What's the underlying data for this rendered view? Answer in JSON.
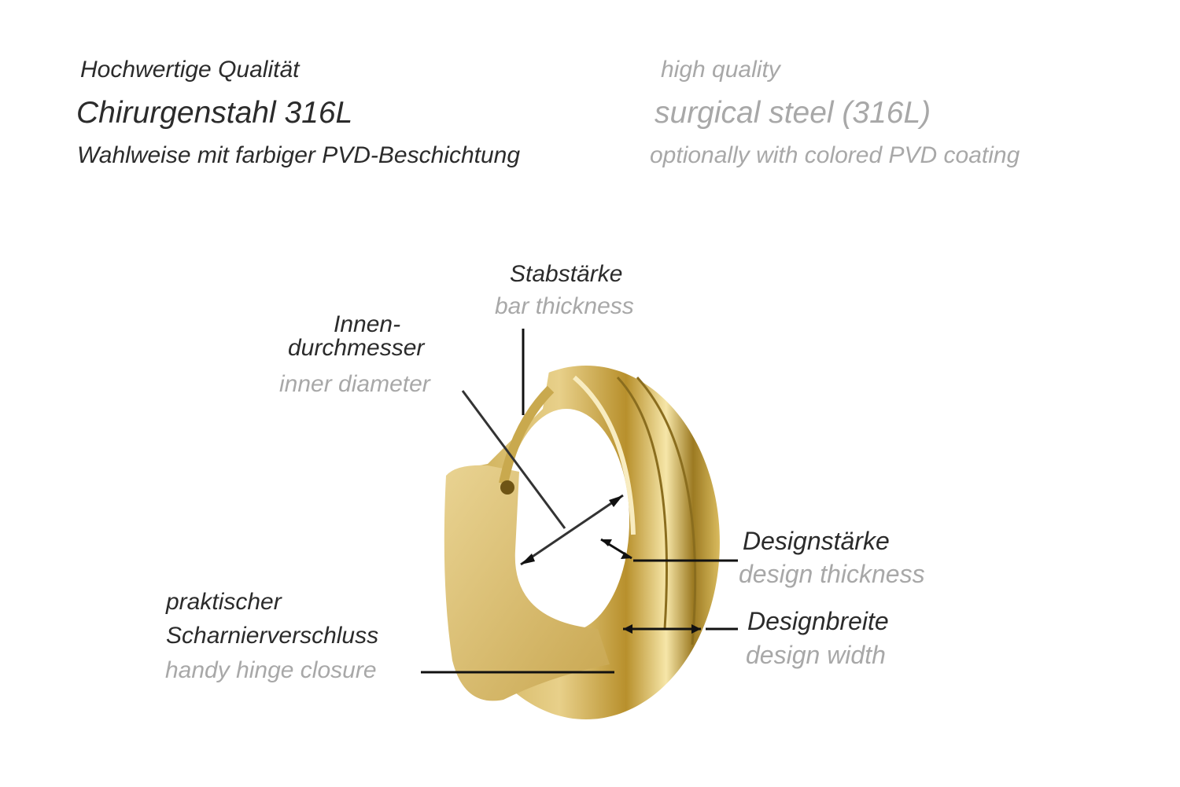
{
  "header": {
    "de": {
      "line1": "Hochwertige Qualität",
      "line2": "Chirurgenstahl 316L",
      "line3": "Wahlweise mit farbiger PVD-Beschichtung"
    },
    "en": {
      "line1": "high quality",
      "line2": "surgical steel (316L)",
      "line3": "optionally with colored PVD coating"
    }
  },
  "labels": {
    "bar_thickness": {
      "de": "Stabstärke",
      "en": "bar thickness"
    },
    "inner_diameter": {
      "de1": "Innen-",
      "de2": "durchmesser",
      "en": "inner diameter"
    },
    "design_thickness": {
      "de": "Designstärke",
      "en": "design thickness"
    },
    "design_width": {
      "de": "Designbreite",
      "en": "design width"
    },
    "hinge": {
      "de1": "praktischer",
      "de2": "Scharnierverschluss",
      "en": "handy hinge closure"
    }
  },
  "colors": {
    "gold": "#d9bb5e",
    "gold_light": "#f3e3a6",
    "gold_dark": "#8a6d1e",
    "text_dark": "#2b2b2b",
    "text_gray": "#a8a8a8"
  }
}
